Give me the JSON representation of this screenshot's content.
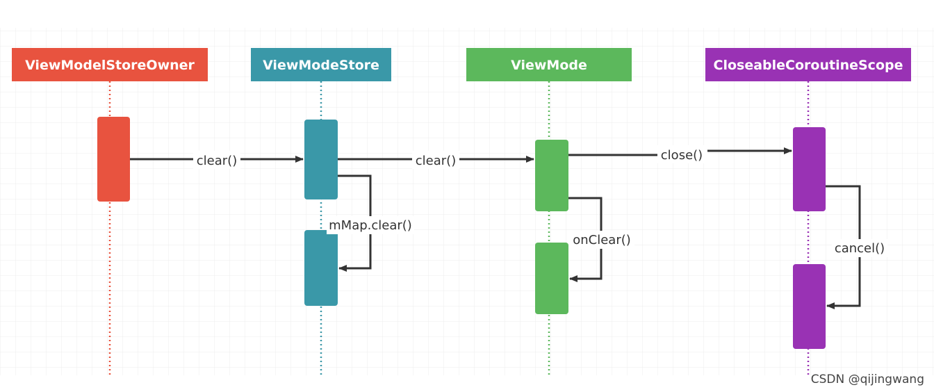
{
  "actors": [
    {
      "id": "owner",
      "label": "ViewModelStoreOwner",
      "color": "#e8533f"
    },
    {
      "id": "store",
      "label": "ViewModeStore",
      "color": "#3a98a8"
    },
    {
      "id": "model",
      "label": "ViewMode",
      "color": "#5cb85c"
    },
    {
      "id": "scope",
      "label": "CloseableCoroutineScope",
      "color": "#9932b4"
    }
  ],
  "messages": [
    {
      "from": "owner",
      "to": "store",
      "label": "clear()"
    },
    {
      "from": "store",
      "to": "model",
      "label": "clear()"
    },
    {
      "from": "model",
      "to": "scope",
      "label": "close()"
    },
    {
      "from": "store",
      "to": "store",
      "label": "mMap.clear()"
    },
    {
      "from": "model",
      "to": "model",
      "label": "onClear()"
    },
    {
      "from": "scope",
      "to": "scope",
      "label": "cancel()"
    }
  ],
  "watermark": "CSDN @qijingwang"
}
